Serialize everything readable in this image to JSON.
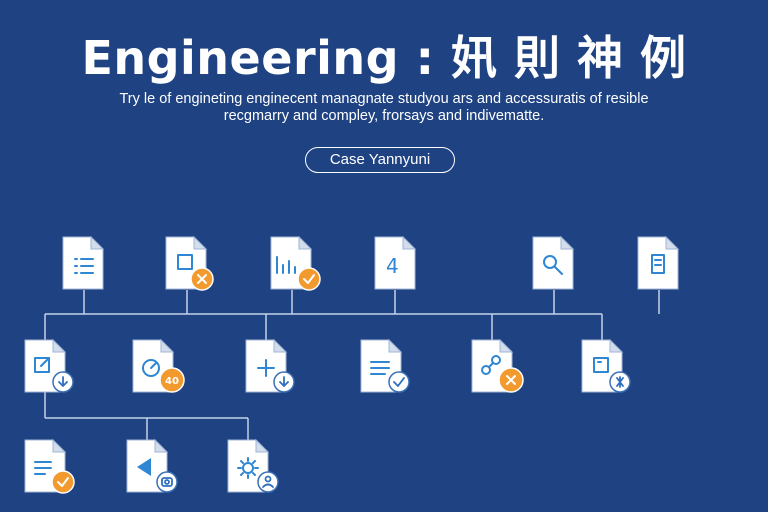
{
  "header": {
    "title": "Engineering : 㚨 則 神 例",
    "description_line1": "Try le of engineting enginecent managnate studyou ars and accessuratis of resible",
    "description_line2": "recgmarry and compley, frorsays and indivematte.",
    "case_button_label": "Case Yannyuni"
  },
  "colors": {
    "background": "#1f4283",
    "accent_orange": "#f29a2e",
    "icon_blue": "#2f86d3",
    "connector": "#c4d1e6"
  },
  "diagram": {
    "row1": [
      {
        "name": "list-doc-icon",
        "glyph": "list",
        "badge": "none"
      },
      {
        "name": "square-doc-icon",
        "glyph": "square",
        "badge": "orange-x"
      },
      {
        "name": "bar-chart-doc-icon",
        "glyph": "bars",
        "badge": "orange-check"
      },
      {
        "name": "number-doc-icon",
        "glyph": "four",
        "glyph_text": "4",
        "badge": "none"
      },
      {
        "name": "search-doc-icon",
        "glyph": "search",
        "badge": "none"
      },
      {
        "name": "page-doc-icon",
        "glyph": "page",
        "badge": "none"
      }
    ],
    "row2": [
      {
        "name": "edit-doc-icon",
        "glyph": "edit",
        "badge": "white-download"
      },
      {
        "name": "gauge-doc-icon",
        "glyph": "gauge",
        "badge": "orange-text",
        "badge_text": "40"
      },
      {
        "name": "plus-doc-icon",
        "glyph": "plus",
        "badge": "white-download"
      },
      {
        "name": "lines-doc-icon",
        "glyph": "lines",
        "badge": "white-check"
      },
      {
        "name": "network-doc-icon",
        "glyph": "network",
        "badge": "orange-x"
      },
      {
        "name": "frame-doc-icon",
        "glyph": "frame",
        "badge": "white-bug"
      }
    ],
    "row3": [
      {
        "name": "text-doc-icon",
        "glyph": "text",
        "badge": "orange-check"
      },
      {
        "name": "play-doc-icon",
        "glyph": "triangle",
        "badge": "white-camera"
      },
      {
        "name": "gear-doc-icon",
        "glyph": "gear",
        "badge": "white-user"
      }
    ]
  }
}
